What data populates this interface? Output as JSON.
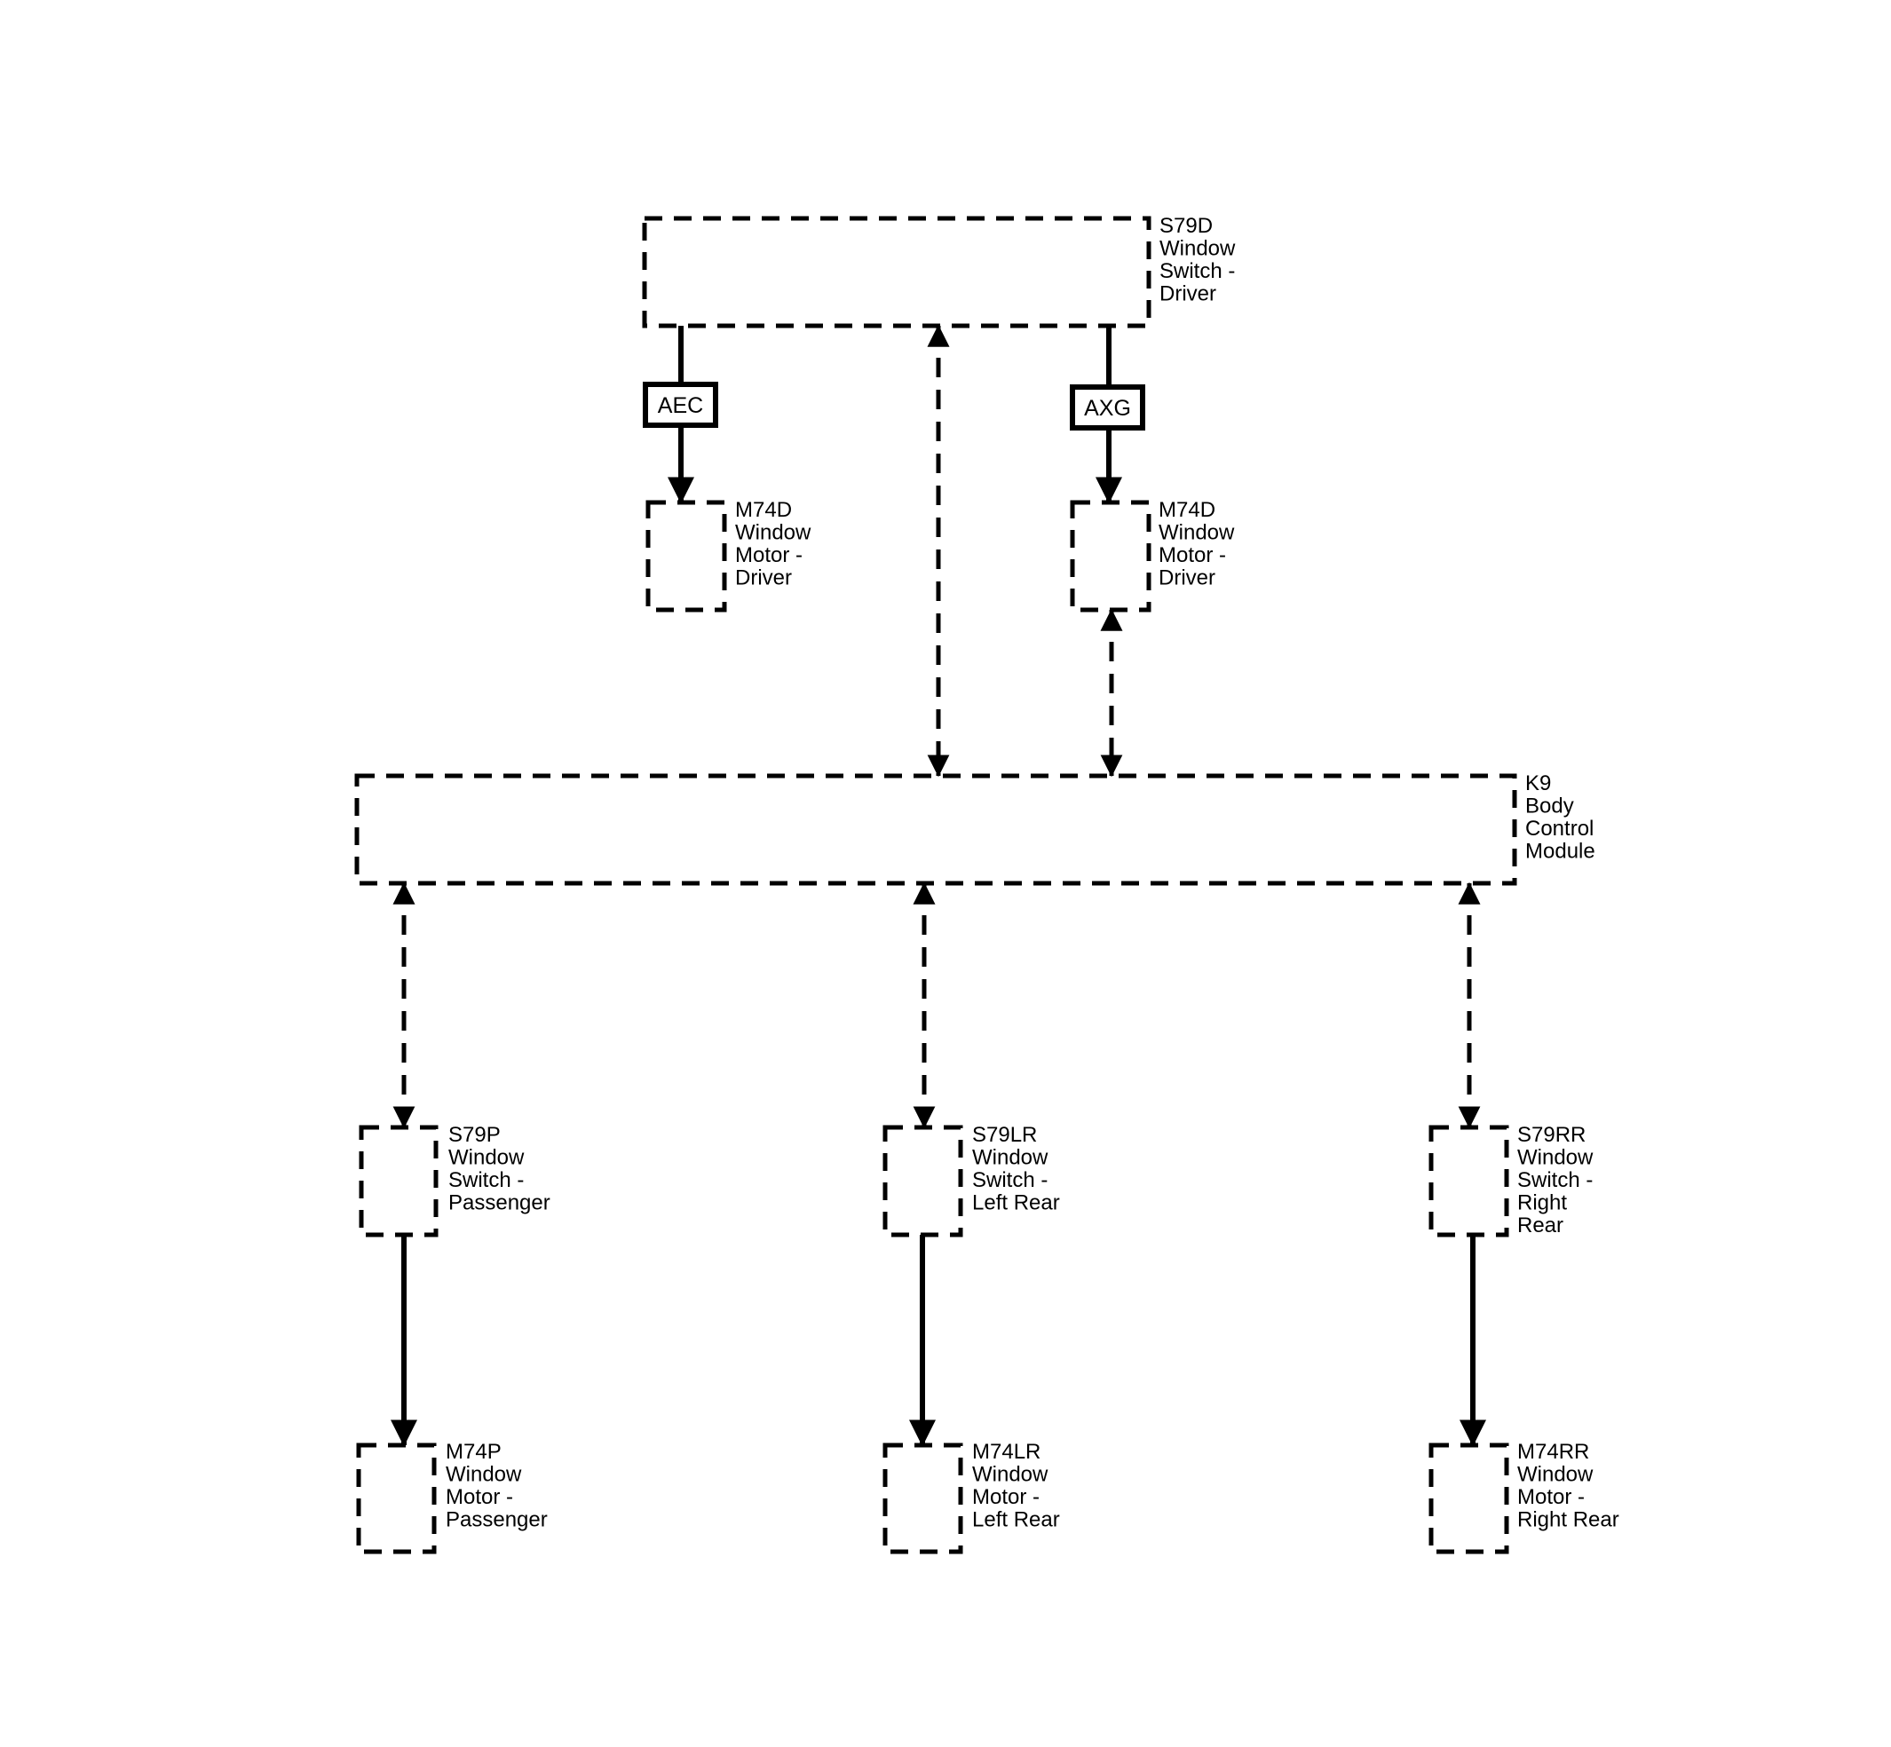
{
  "components": {
    "s79d": {
      "lines": [
        "S79D",
        "Window",
        "Switch -",
        "Driver"
      ]
    },
    "m74d_a": {
      "lines": [
        "M74D",
        "Window",
        "Motor -",
        "Driver"
      ]
    },
    "m74d_b": {
      "lines": [
        "M74D",
        "Window",
        "Motor -",
        "Driver"
      ]
    },
    "k9": {
      "lines": [
        "K9",
        "Body",
        "Control",
        "Module"
      ]
    },
    "s79p": {
      "lines": [
        "S79P",
        "Window",
        "Switch -",
        "Passenger"
      ]
    },
    "s79lr": {
      "lines": [
        "S79LR",
        "Window",
        "Switch -",
        "Left Rear"
      ]
    },
    "s79rr": {
      "lines": [
        "S79RR",
        "Window",
        "Switch -",
        "Right",
        "Rear"
      ]
    },
    "m74p": {
      "lines": [
        "M74P",
        "Window",
        "Motor -",
        "Passenger"
      ]
    },
    "m74lr": {
      "lines": [
        "M74LR",
        "Window",
        "Motor -",
        "Left Rear"
      ]
    },
    "m74rr": {
      "lines": [
        "M74RR",
        "Window",
        "Motor -",
        "Right Rear"
      ]
    }
  },
  "circuits": {
    "aec": "AEC",
    "axg": "AXG"
  },
  "colors": {
    "ink": "#000000",
    "background": "#ffffff"
  }
}
